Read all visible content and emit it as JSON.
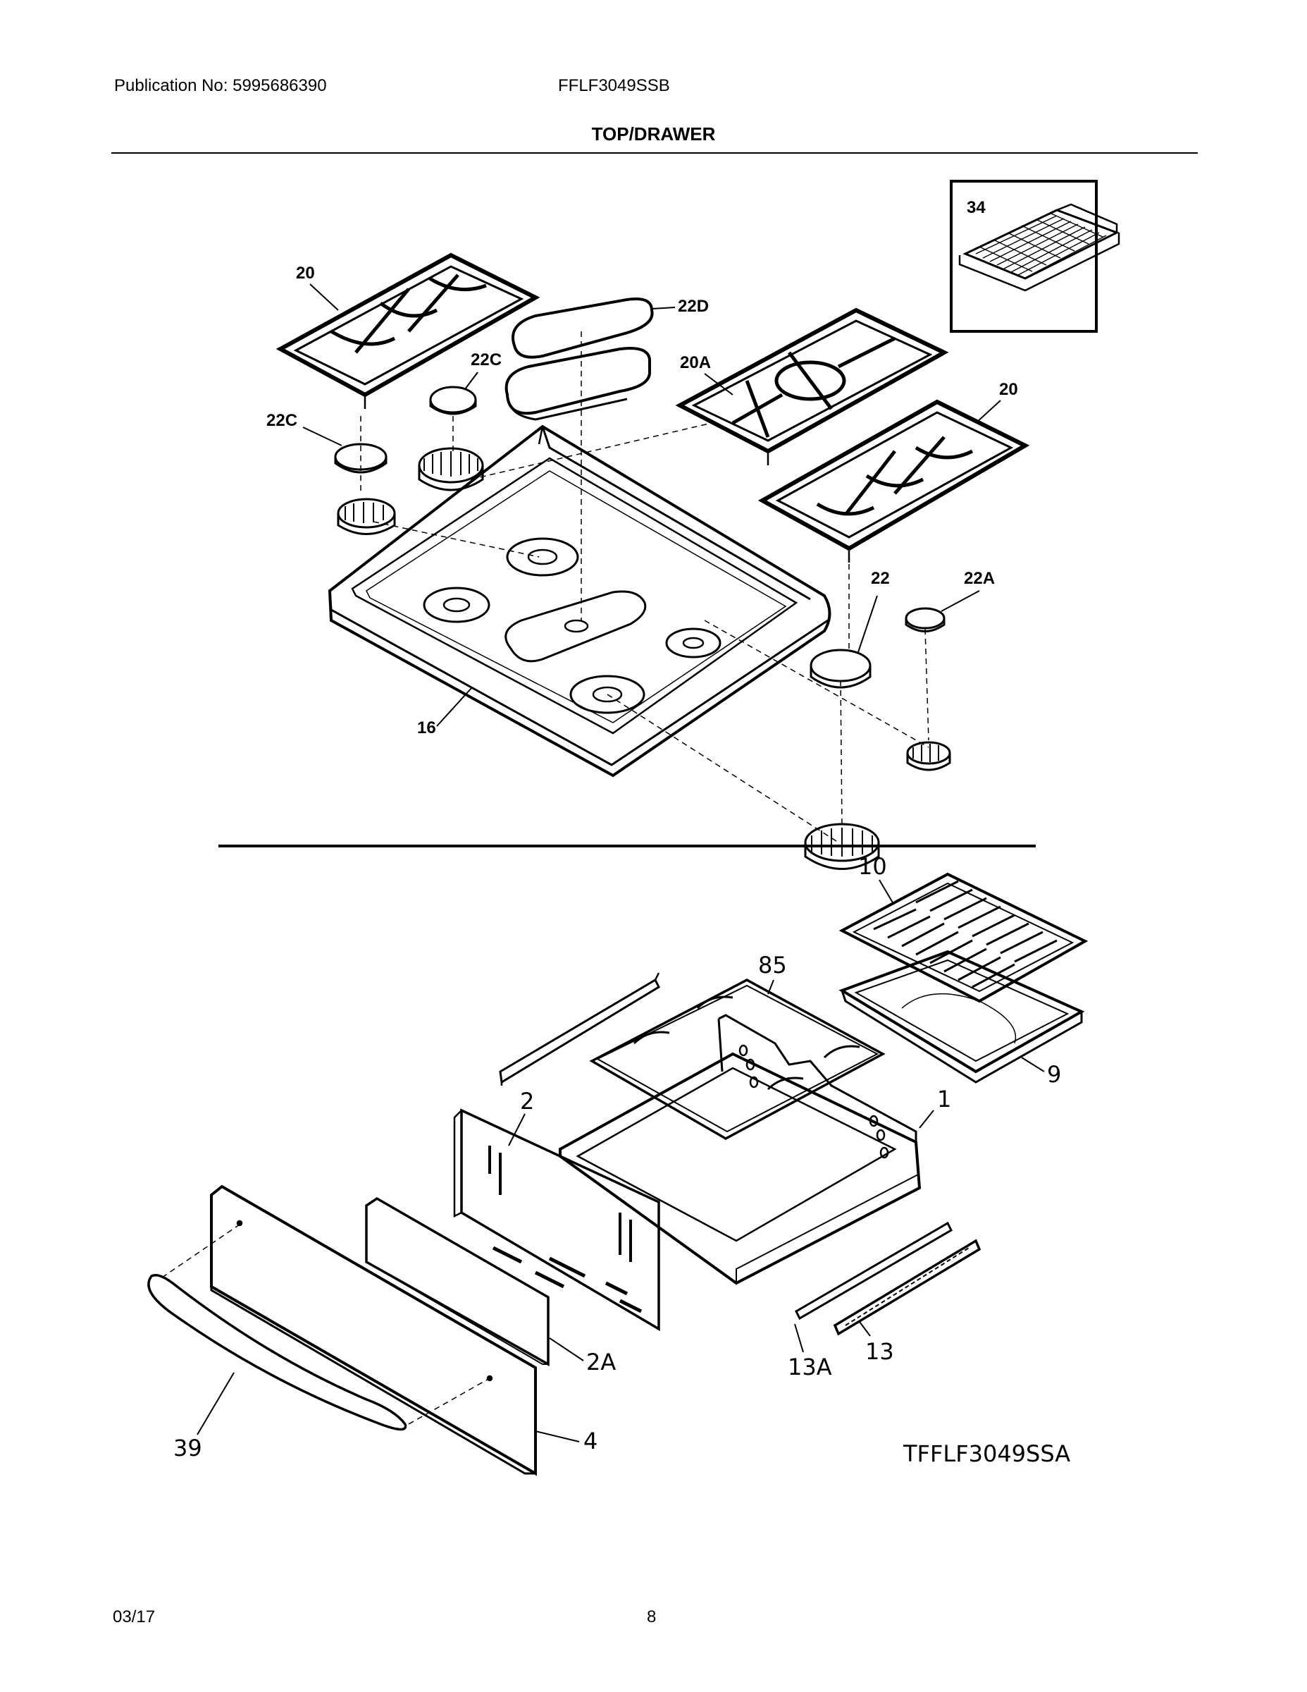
{
  "header": {
    "publication": "Publication No: 5995686390",
    "model": "FFLF3049SSB",
    "section_title": "TOP/DRAWER"
  },
  "callouts_top": {
    "c34": "34",
    "c20_left": "20",
    "c22D": "22D",
    "c22C_upper": "22C",
    "c20A": "20A",
    "c20_right": "20",
    "c22C_left": "22C",
    "c22": "22",
    "c22A": "22A",
    "c16": "16"
  },
  "callouts_bottom": {
    "c10": "10",
    "c85": "85",
    "c9": "9",
    "c2": "2",
    "c1": "1",
    "c2A": "2A",
    "c13A": "13A",
    "c13": "13",
    "c39": "39",
    "c4": "4"
  },
  "diagram_code": "TFFLF3049SSA",
  "footer": {
    "date": "03/17",
    "page": "8"
  }
}
